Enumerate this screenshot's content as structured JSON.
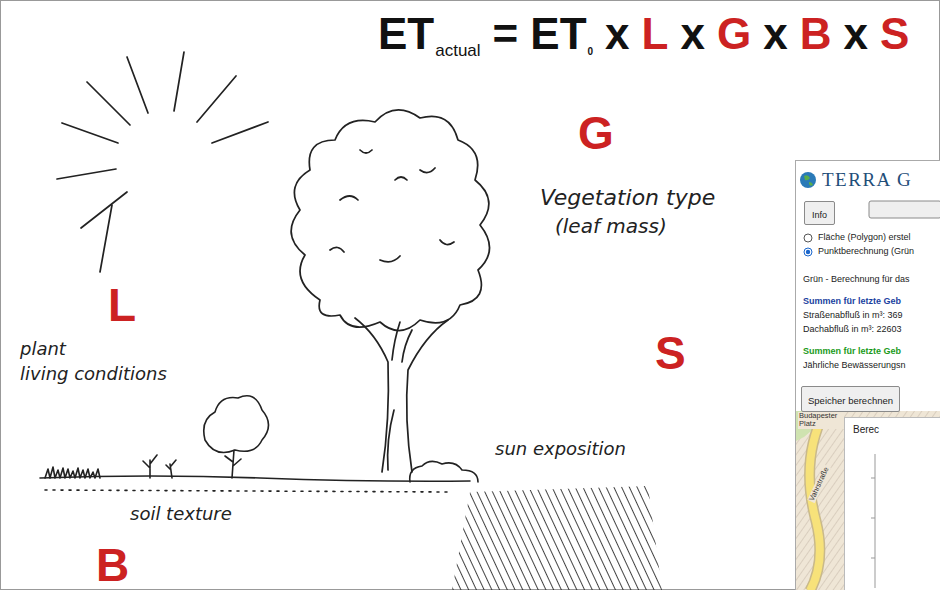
{
  "diagram": {
    "nodes": [
      {
        "text": [
          "TERRA G"
        ]
      },
      {
        "text": [
          "Info"
        ],
        "in": 0
      },
      {
        "text": [
          "Speicher berechnen"
        ],
        "in": 0
      },
      {
        "text": [
          "Berec"
        ],
        "in": 0
      }
    ],
    "labels": [
      "ET",
      "actual",
      "=",
      "ET",
      "0",
      "x",
      "L",
      "x",
      "G",
      "x",
      "B",
      "x",
      "S",
      "G",
      "Vegetation type",
      "(leaf mass)",
      "L",
      "plant",
      "living conditions",
      "S",
      "sun exposition",
      "soil texture",
      "B",
      "Fläche (Polygon) erstel",
      "Punktberechnung (Grün",
      "Grün - Berechnung für das",
      "Summen für letzte Geb",
      "Straßenabfluß in m³: 369",
      "Dachabfluß in m³: 22603",
      "Summen für letzte Geb",
      "Jährliche Bewässerungsn",
      "Budapester Platz",
      "Vahrstraße"
    ]
  }
}
